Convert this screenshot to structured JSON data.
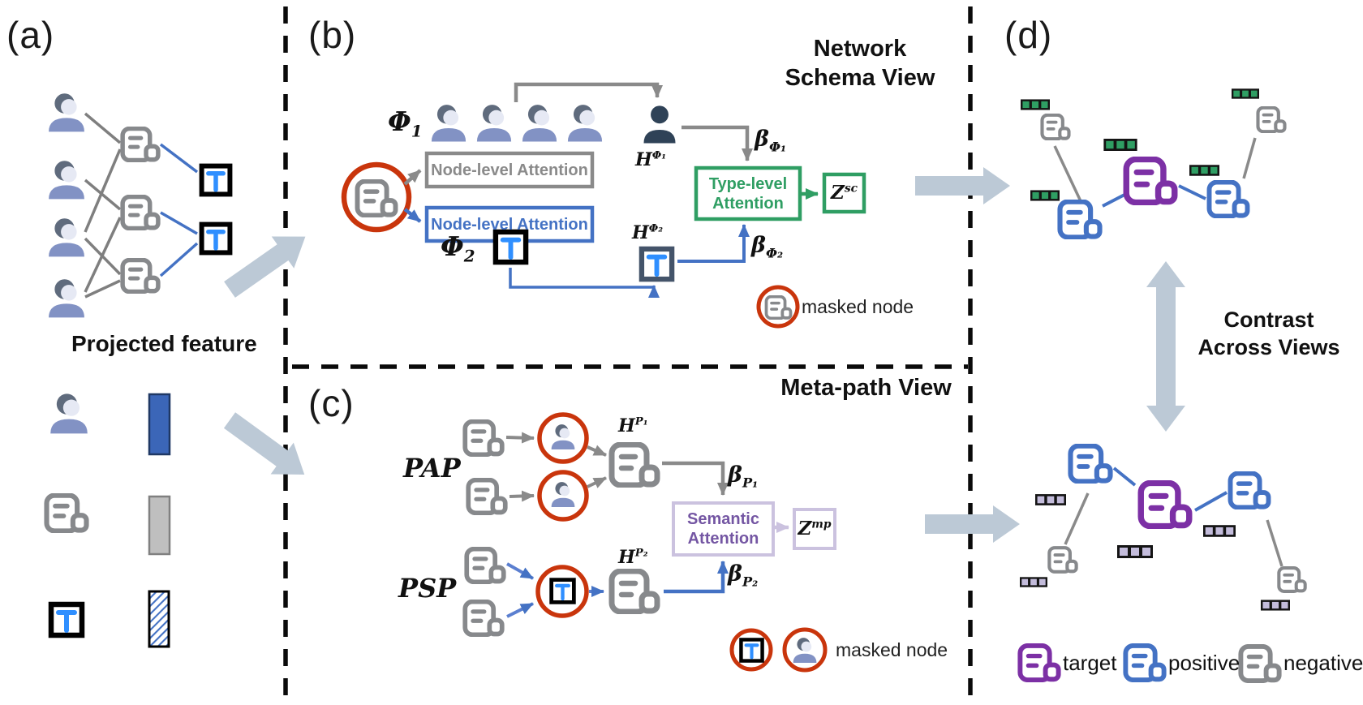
{
  "labels": {
    "a": "(a)",
    "b": "(b)",
    "c": "(c)",
    "d": "(d)"
  },
  "panel_a": {
    "projected_feature": "Projected feature"
  },
  "panel_b": {
    "title1": "Network",
    "title2": "Schema View",
    "phi1_base": "Φ",
    "phi1_sub": "1",
    "phi2_base": "Φ",
    "phi2_sub": "2",
    "node_attn_gray": "Node-level Attention",
    "node_attn_blue": "Node-level Attention",
    "h_phi1_base": "H",
    "h_phi1_sup": "Φ₁",
    "h_phi2_base": "H",
    "h_phi2_sup": "Φ₂",
    "beta_phi1_base": "β",
    "beta_phi1_sub": "Φ₁",
    "beta_phi2_base": "β",
    "beta_phi2_sub": "Φ₂",
    "type_attn1": "Type-level",
    "type_attn2": "Attention",
    "zsc_base": "Z",
    "zsc_sup": "sc",
    "masked_node": "masked node"
  },
  "panel_c": {
    "title": "Meta-path View",
    "pap": "PAP",
    "psp": "PSP",
    "h_p1_base": "H",
    "h_p1_sup": "P₁",
    "h_p2_base": "H",
    "h_p2_sup": "P₂",
    "beta_p1_base": "β",
    "beta_p1_sub": "P₁",
    "beta_p2_base": "β",
    "beta_p2_sub": "P₂",
    "semantic1": "Semantic",
    "semantic2": "Attention",
    "zmp_base": "Z",
    "zmp_sup": "mp",
    "masked_node": "masked node"
  },
  "panel_d": {
    "contrast1": "Contrast",
    "contrast2": "Across Views",
    "legend_target": "target",
    "legend_positive": "positive",
    "legend_negative": "negative"
  },
  "colors": {
    "blue": "#4472C4",
    "term_blue": "#2F8FFF",
    "gray_icon": "#87898C",
    "gray_line": "#7F7F7F",
    "attn_gray": "#8A8A8A",
    "green": "#2F9E63",
    "purple_node": "#7C30A5",
    "semantic_purple": "#7456A3",
    "lavender": "#CBC2DF",
    "red_mask": "#C9350C",
    "navy": "#44546A",
    "dark_silhouette": "#2F4257",
    "steel_arrow": "#BCC9D6",
    "chip_green": "#2F9E63",
    "chip_lavender": "#C3BCDB",
    "bar_blue": "#3B66B8",
    "bar_gray": "#BFBFBF"
  }
}
